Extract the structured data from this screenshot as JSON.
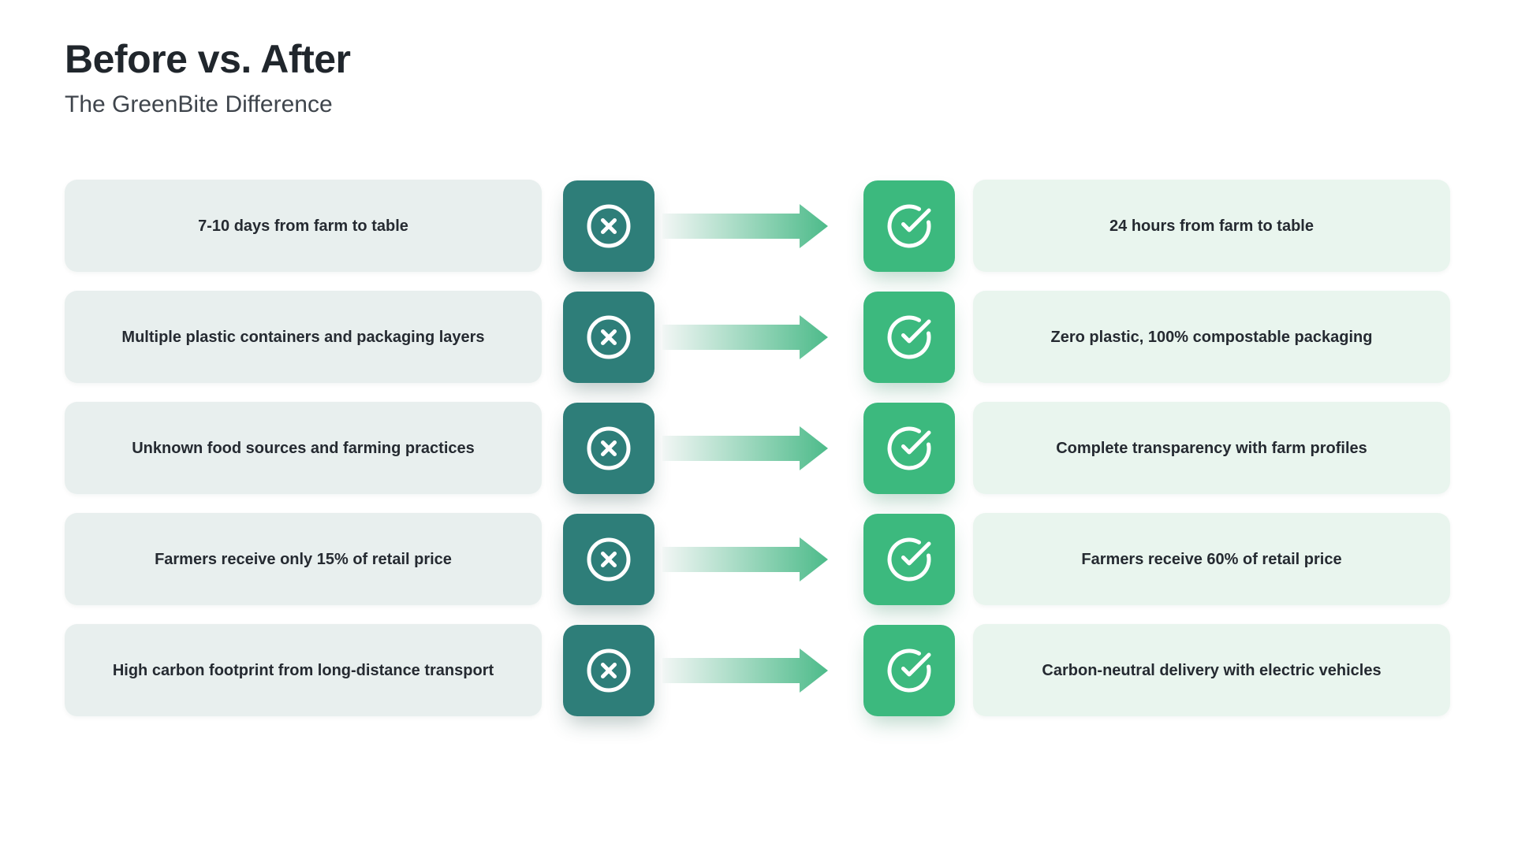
{
  "header": {
    "title": "Before vs. After",
    "subtitle": "The GreenBite Difference"
  },
  "rows": [
    {
      "before": "7-10 days from farm to table",
      "after": "24 hours from farm to table"
    },
    {
      "before": "Multiple plastic containers and packaging layers",
      "after": "Zero plastic, 100% compostable packaging"
    },
    {
      "before": "Unknown food sources and farming practices",
      "after": "Complete transparency with farm profiles"
    },
    {
      "before": "Farmers receive only 15% of retail price",
      "after": "Farmers receive 60% of retail price"
    },
    {
      "before": "High carbon footprint from long-distance transport",
      "after": "Carbon-neutral delivery with electric vehicles"
    }
  ],
  "icons": {
    "before_icon": "x-circle-icon",
    "after_icon": "check-circle-icon",
    "arrow_icon": "arrow-right-icon"
  },
  "colors": {
    "page_bg": "#ffffff",
    "before_tile": "#2e7e79",
    "after_tile": "#3cb97e",
    "before_pill_bg": "#e8efee",
    "after_pill_bg": "#e9f5ee",
    "arrow_gradient_start": "#f2f6f5",
    "arrow_gradient_end": "#4dbb8a",
    "title_text": "#20262c",
    "subtitle_text": "#3f454c",
    "row_text": "#252a31",
    "icon_stroke": "#ffffff"
  }
}
